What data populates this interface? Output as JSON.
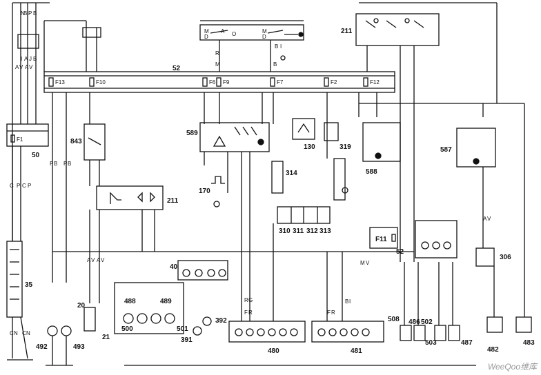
{
  "fuses": [
    "F13",
    "F10",
    "F9",
    "F6",
    "F7",
    "F2",
    "F12",
    "F1",
    "F11"
  ],
  "components": [
    "35",
    "40",
    "50",
    "52",
    "130",
    "170",
    "20",
    "21",
    "211",
    "306",
    "310",
    "311",
    "312",
    "313",
    "314",
    "319",
    "391",
    "392",
    "480",
    "481",
    "482",
    "483",
    "486",
    "487",
    "488",
    "489",
    "492",
    "493",
    "500",
    "501",
    "502",
    "503",
    "508",
    "587",
    "588",
    "589",
    "843"
  ],
  "wire_codes": {
    "top_left": [
      "N",
      "B",
      "P",
      "B",
      "I",
      "S",
      "A",
      "J",
      "N",
      "B",
      "I",
      "A",
      "V",
      "A",
      "V",
      "A",
      "V"
    ],
    "left_bottom": [
      "C",
      "P",
      "C",
      "P",
      "C",
      "N",
      "C",
      "N"
    ],
    "top_center": [
      "M",
      "D",
      "A",
      "O",
      "M",
      "D",
      "R",
      "B",
      "I",
      "G",
      "M",
      "V",
      "B",
      "G",
      "M"
    ],
    "lower_labels": [
      "P",
      "B",
      "P",
      "B",
      "A",
      "V",
      "A",
      "V",
      "R",
      "G",
      "F",
      "R",
      "F",
      "R",
      "A",
      "V",
      "M",
      "V",
      "B",
      "I"
    ]
  },
  "watermark": "WeeQoo维库"
}
